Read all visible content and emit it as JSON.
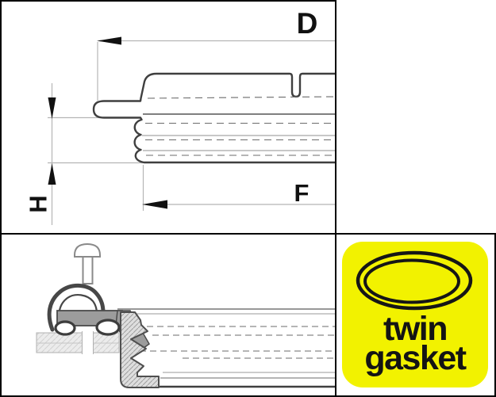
{
  "dimensions": {
    "d": "D",
    "f": "F",
    "h": "H"
  },
  "badge": {
    "line1": "twin",
    "line2": "gasket"
  },
  "colors": {
    "badge_yellow": "#f2f200",
    "outline_dark": "#3f3f3f",
    "fill_gray": "#9c9c9c",
    "dimension_line": "#b5b5b5",
    "text_black": "#141414",
    "panel_border": "#000000"
  }
}
